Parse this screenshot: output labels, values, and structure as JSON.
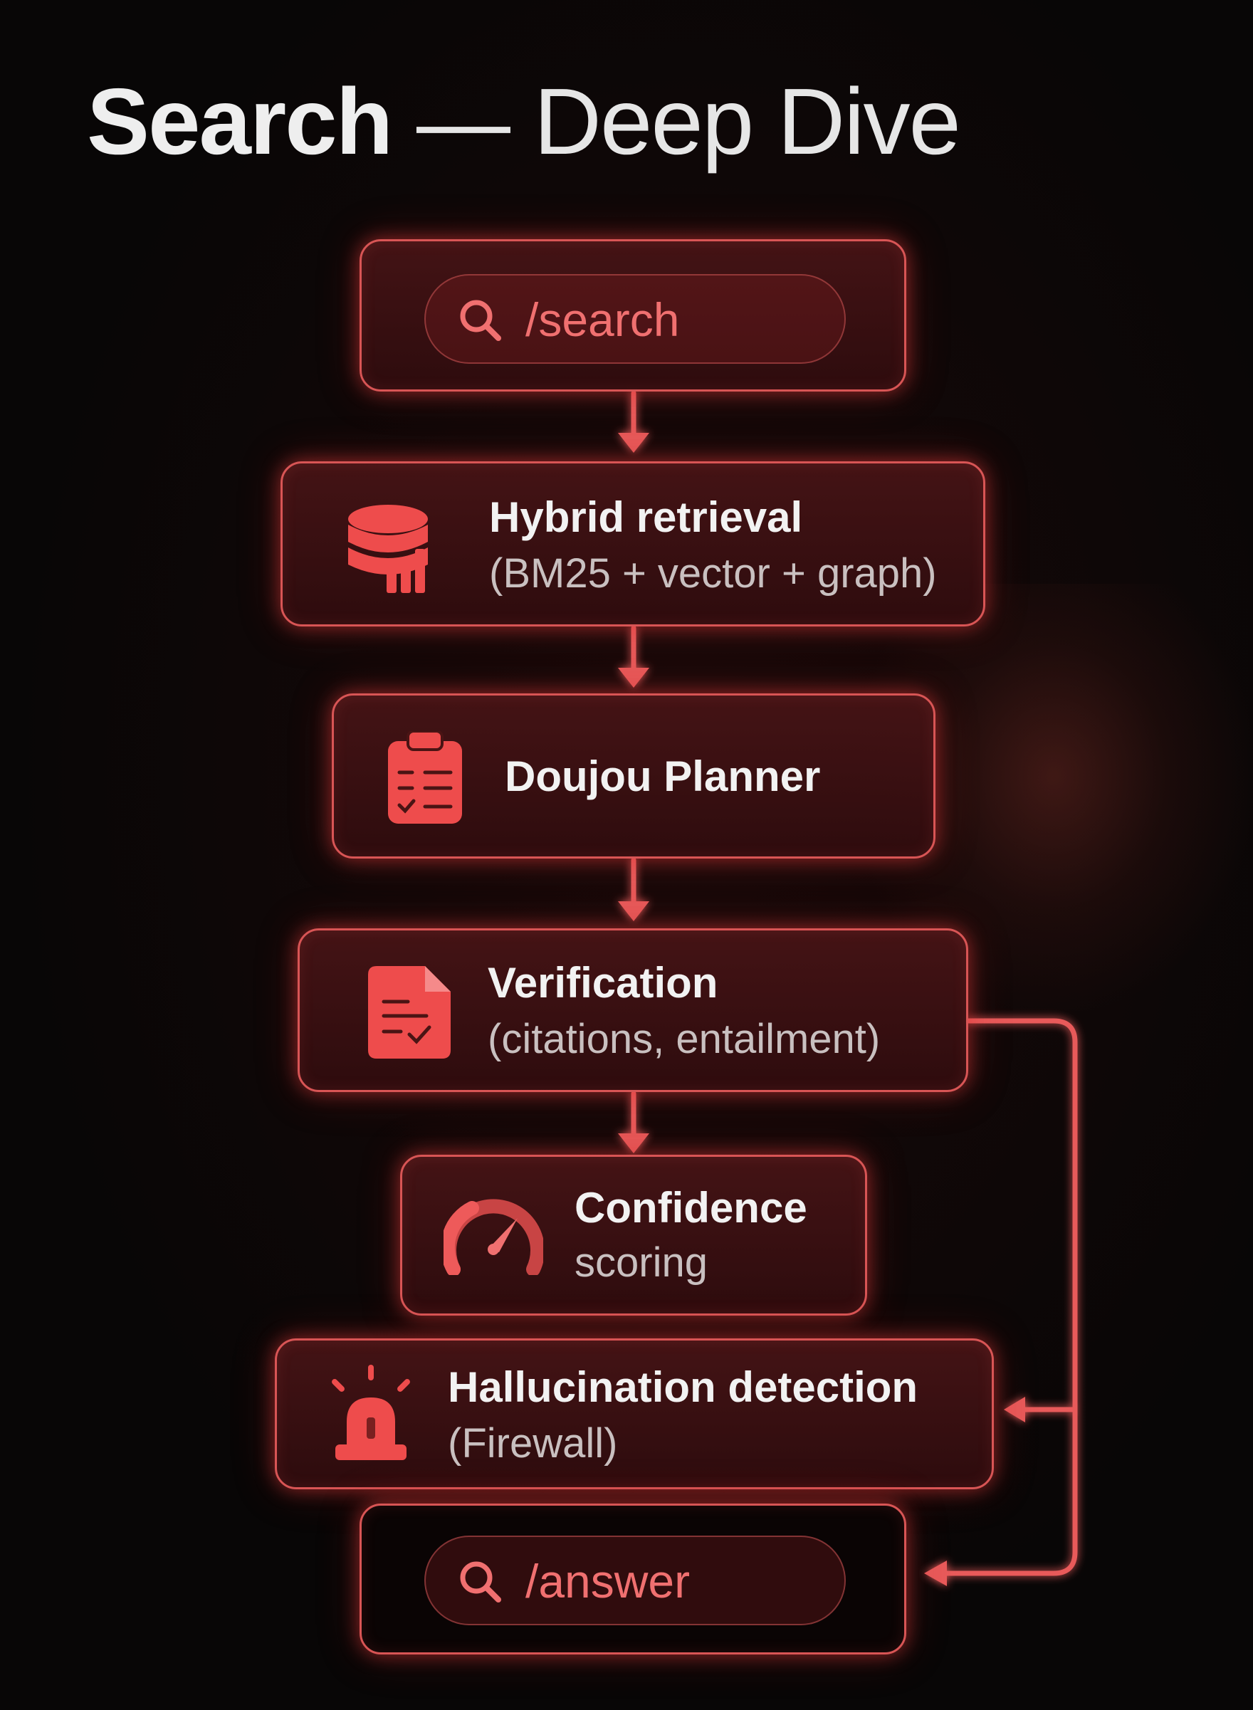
{
  "title": {
    "strong": "Search",
    "dash": " — ",
    "light": "Deep Dive"
  },
  "accent": "#e85a5a",
  "nodes": {
    "search": {
      "label": "/search",
      "icon": "search-icon"
    },
    "retrieval": {
      "name": "Hybrid retrieval",
      "sub": "(BM25 + vector + graph)",
      "icon": "database-chart-icon"
    },
    "planner": {
      "name": "Doujou Planner",
      "icon": "clipboard-checklist-icon"
    },
    "verification": {
      "name": "Verification",
      "sub": "(citations, entailment)",
      "icon": "document-check-icon"
    },
    "confidence": {
      "name": "Confidence",
      "sub": "scoring",
      "icon": "gauge-icon"
    },
    "hallucination": {
      "name": "Hallucination detection",
      "sub": "(Firewall)",
      "icon": "alarm-siren-icon"
    },
    "answer": {
      "label": "/answer",
      "icon": "search-icon"
    }
  }
}
